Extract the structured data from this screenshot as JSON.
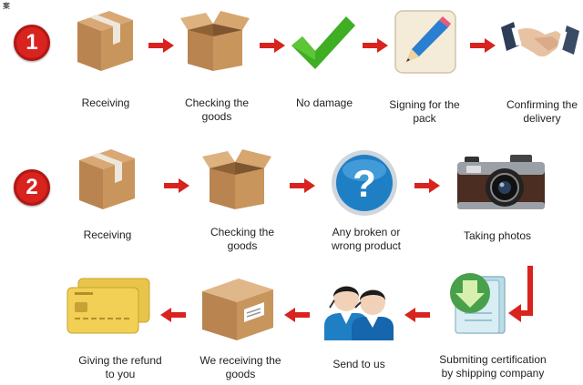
{
  "corner_tag": "案",
  "flow1": {
    "badge": "1",
    "steps": [
      {
        "label": "Receiving"
      },
      {
        "label": "Checking the goods"
      },
      {
        "label": "No damage"
      },
      {
        "label": "Signing for the pack"
      },
      {
        "label": "Confirming the delivery"
      }
    ]
  },
  "flow2": {
    "badge": "2",
    "steps": [
      {
        "label": "Receiving"
      },
      {
        "label": "Checking the goods"
      },
      {
        "label": "Any broken or wrong product"
      },
      {
        "label": "Taking photos"
      },
      {
        "label": "Submiting certification by shipping company"
      },
      {
        "label": "Send to us"
      },
      {
        "label": "We receiving the goods"
      },
      {
        "label": "Giving the refund to you"
      }
    ]
  },
  "colors": {
    "arrow": "#d8231e",
    "box": "#c8955c",
    "check": "#3fae23",
    "question": "#1f7fc4"
  }
}
